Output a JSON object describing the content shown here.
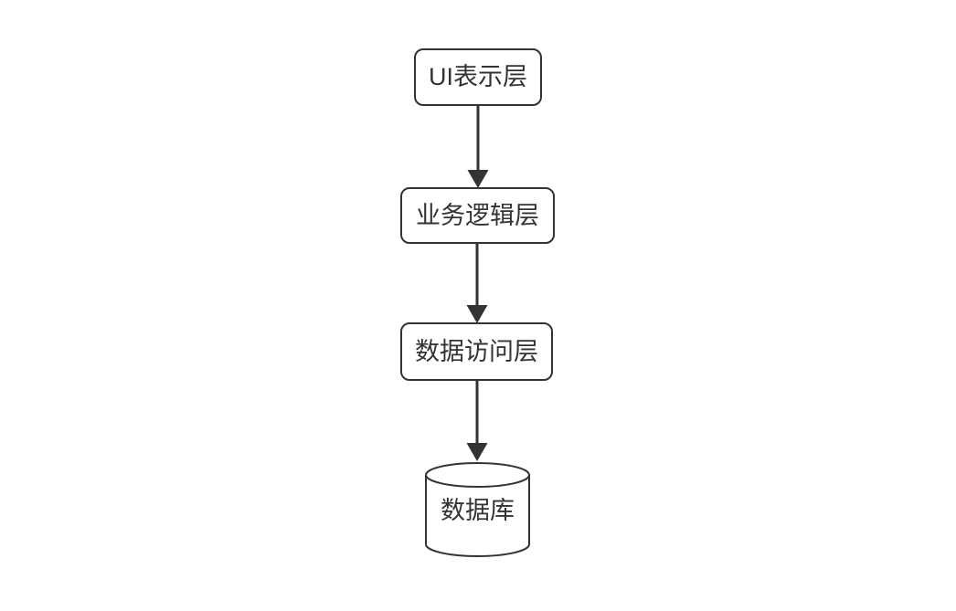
{
  "style": {
    "background": "#ffffff",
    "stroke_color": "#333333",
    "text_color": "#333333",
    "node_fill": "#ffffff"
  },
  "diagram": {
    "type": "flowchart",
    "direction": "top-down",
    "nodes": [
      {
        "id": "ui-layer",
        "label": "UI表示层",
        "shape": "rounded-rectangle"
      },
      {
        "id": "business-logic-layer",
        "label": "业务逻辑层",
        "shape": "rounded-rectangle"
      },
      {
        "id": "data-access-layer",
        "label": "数据访问层",
        "shape": "rounded-rectangle"
      },
      {
        "id": "database",
        "label": "数据库",
        "shape": "cylinder"
      }
    ],
    "edges": [
      {
        "from": "ui-layer",
        "to": "business-logic-layer",
        "style": "solid-arrow"
      },
      {
        "from": "business-logic-layer",
        "to": "data-access-layer",
        "style": "solid-arrow"
      },
      {
        "from": "data-access-layer",
        "to": "database",
        "style": "solid-arrow"
      }
    ]
  }
}
